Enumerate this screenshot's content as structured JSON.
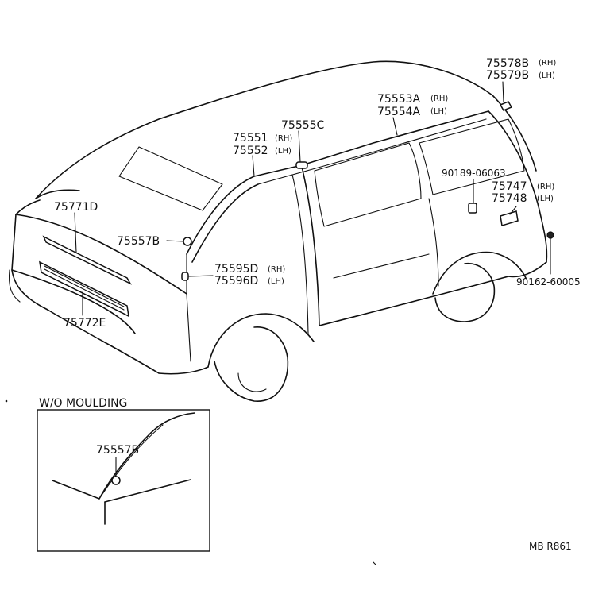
{
  "labels": {
    "p75578B": "75578B",
    "p75579B": "75579B",
    "p75553A": "75553A",
    "p75554A": "75554A",
    "p75555C": "75555C",
    "p75551": "75551",
    "p75552": "75552",
    "p75771D": "75771D",
    "p75557B": "75557B",
    "p75595D": "75595D",
    "p75596D": "75596D",
    "p75772E": "75772E",
    "p90189": "90189-06063",
    "p75747": "75747",
    "p75748": "75748",
    "p90162": "90162-60005",
    "inset_p75557B": "75557B"
  },
  "side": {
    "rh": "(RH)",
    "lh": "(LH)"
  },
  "inset": {
    "title": "W/O MOULDING"
  },
  "footer": {
    "code": "MB R861"
  }
}
